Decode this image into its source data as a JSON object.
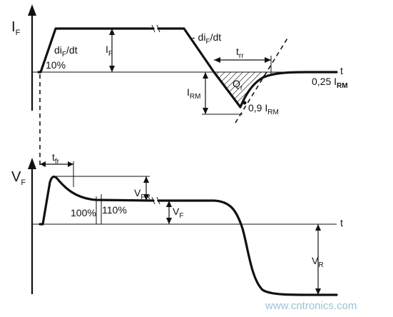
{
  "current_plot": {
    "axis_label_main": "I",
    "axis_label_sub": "F",
    "time_label": "t",
    "slope_rise_label": "di",
    "slope_rise_sub": "F",
    "slope_rise_tail": "/dt",
    "slope_fall_label": "- di",
    "slope_fall_sub": "F",
    "slope_fall_tail": "/dt",
    "percent_10": "10%",
    "amp_label_main": "I",
    "amp_label_sub": "F",
    "trr_label_main": "t",
    "trr_label_sub": "rr",
    "qr_label_main": "Q",
    "qr_label_sub": "r",
    "irm_label_main": "I",
    "irm_label_sub": "RM",
    "irm25_prefix": "0,25 ",
    "irm25_main": "I",
    "irm25_sub": "RM",
    "irm90_prefix": "0,9 ",
    "irm90_main": "I",
    "irm90_sub": "RM"
  },
  "voltage_plot": {
    "axis_label_main": "V",
    "axis_label_sub": "F",
    "time_label": "t",
    "tfr_label_main": "t",
    "tfr_label_sub": "fr",
    "vfr_label_main": "V",
    "vfr_label_sub": "FR",
    "percent_100": "100%",
    "percent_110": "110%",
    "vf_label_main": "V",
    "vf_label_sub": "F",
    "vr_label_main": "V",
    "vr_label_sub": "R"
  },
  "watermark": "www.cntronics.com"
}
